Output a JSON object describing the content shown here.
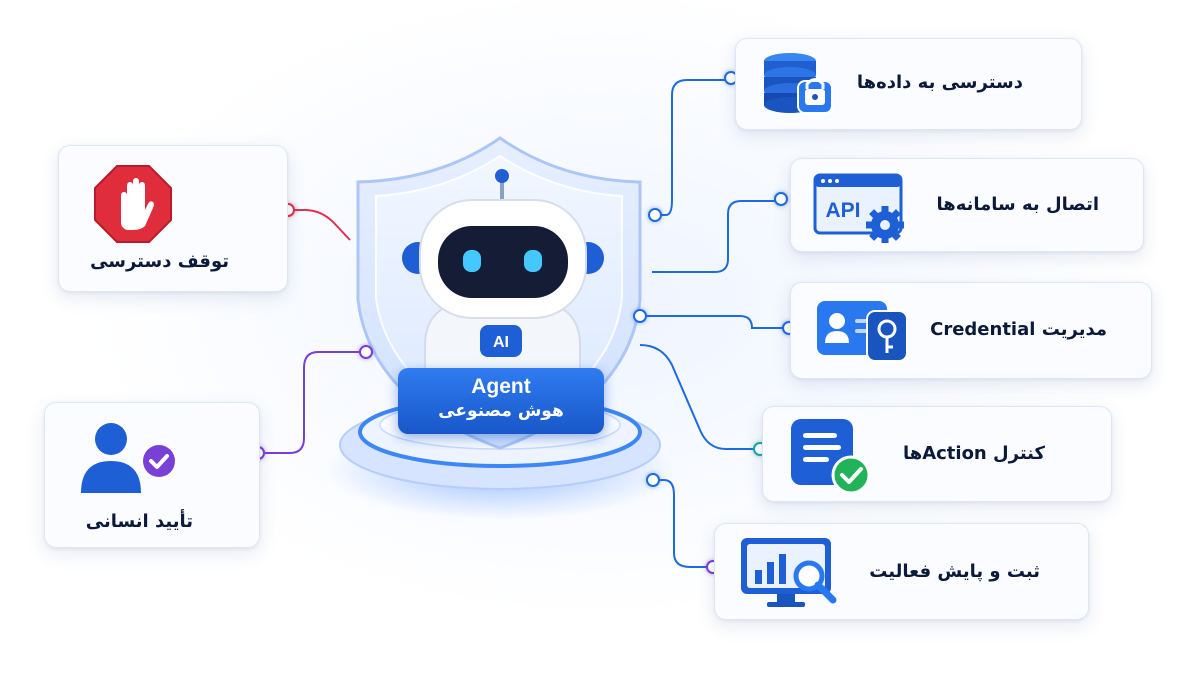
{
  "center": {
    "badge_title": "Agent",
    "badge_subtitle": "هوش مصنوعی",
    "chip_label": "AI"
  },
  "cards": {
    "data_access": {
      "label": "دسترسی به داده‌ها",
      "icon": "database-lock-icon"
    },
    "system_connect": {
      "label": "اتصال به سامانه‌ها",
      "icon": "api-gear-icon",
      "icon_text": "API"
    },
    "credential": {
      "label": "مدیریت Credential",
      "icon": "id-card-key-icon"
    },
    "action_control": {
      "label": "کنترل Actionها",
      "icon": "document-check-icon"
    },
    "logging": {
      "label": "ثبت و پایش فعالیت",
      "icon": "monitor-chart-icon"
    },
    "stop_access": {
      "label": "توقف دسترسی",
      "icon": "stop-hand-icon"
    },
    "human_approval": {
      "label": "تأیید انسانی",
      "icon": "user-check-icon"
    }
  },
  "colors": {
    "primary_blue": "#1e6be0",
    "stop_red": "#e02d3c",
    "approval_purple": "#7a3fd6",
    "check_green": "#22b35a",
    "text_dark": "#0c1a3a"
  }
}
